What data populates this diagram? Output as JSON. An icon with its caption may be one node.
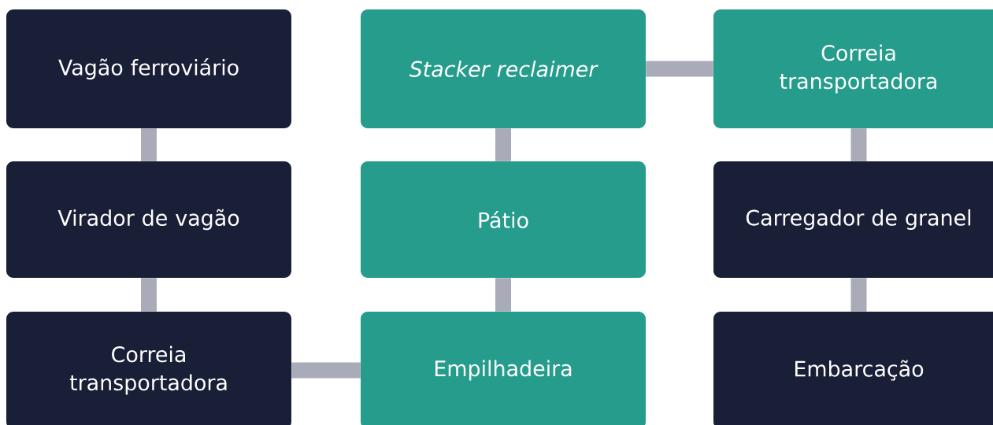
{
  "diagram": {
    "nodes": [
      {
        "text": [
          "Vagão ferroviário"
        ]
      },
      {
        "text": [
          "Stacker reclaimer"
        ]
      },
      {
        "text": [
          "Correia transportadora"
        ]
      },
      {
        "text": [
          "Virador de vagão"
        ]
      },
      {
        "text": [
          "Pátio"
        ]
      },
      {
        "text": [
          "Carregador de granel"
        ]
      },
      {
        "text": [
          "Correia transportadora"
        ]
      },
      {
        "text": [
          "Empilhadeira"
        ]
      },
      {
        "text": [
          "Embarcação"
        ]
      }
    ],
    "edges": [
      {
        "from": 0,
        "to": 3,
        "arrow": "none"
      },
      {
        "from": 3,
        "to": 6,
        "arrow": "none"
      },
      {
        "from": 6,
        "to": 7,
        "arrow": "none"
      },
      {
        "from": 7,
        "to": 4,
        "arrow": "none"
      },
      {
        "from": 4,
        "to": 1,
        "arrow": "none"
      },
      {
        "from": 1,
        "to": 2,
        "arrow": "none"
      },
      {
        "from": 2,
        "to": 5,
        "arrow": "none"
      },
      {
        "from": 5,
        "to": 8,
        "arrow": "none"
      }
    ]
  }
}
